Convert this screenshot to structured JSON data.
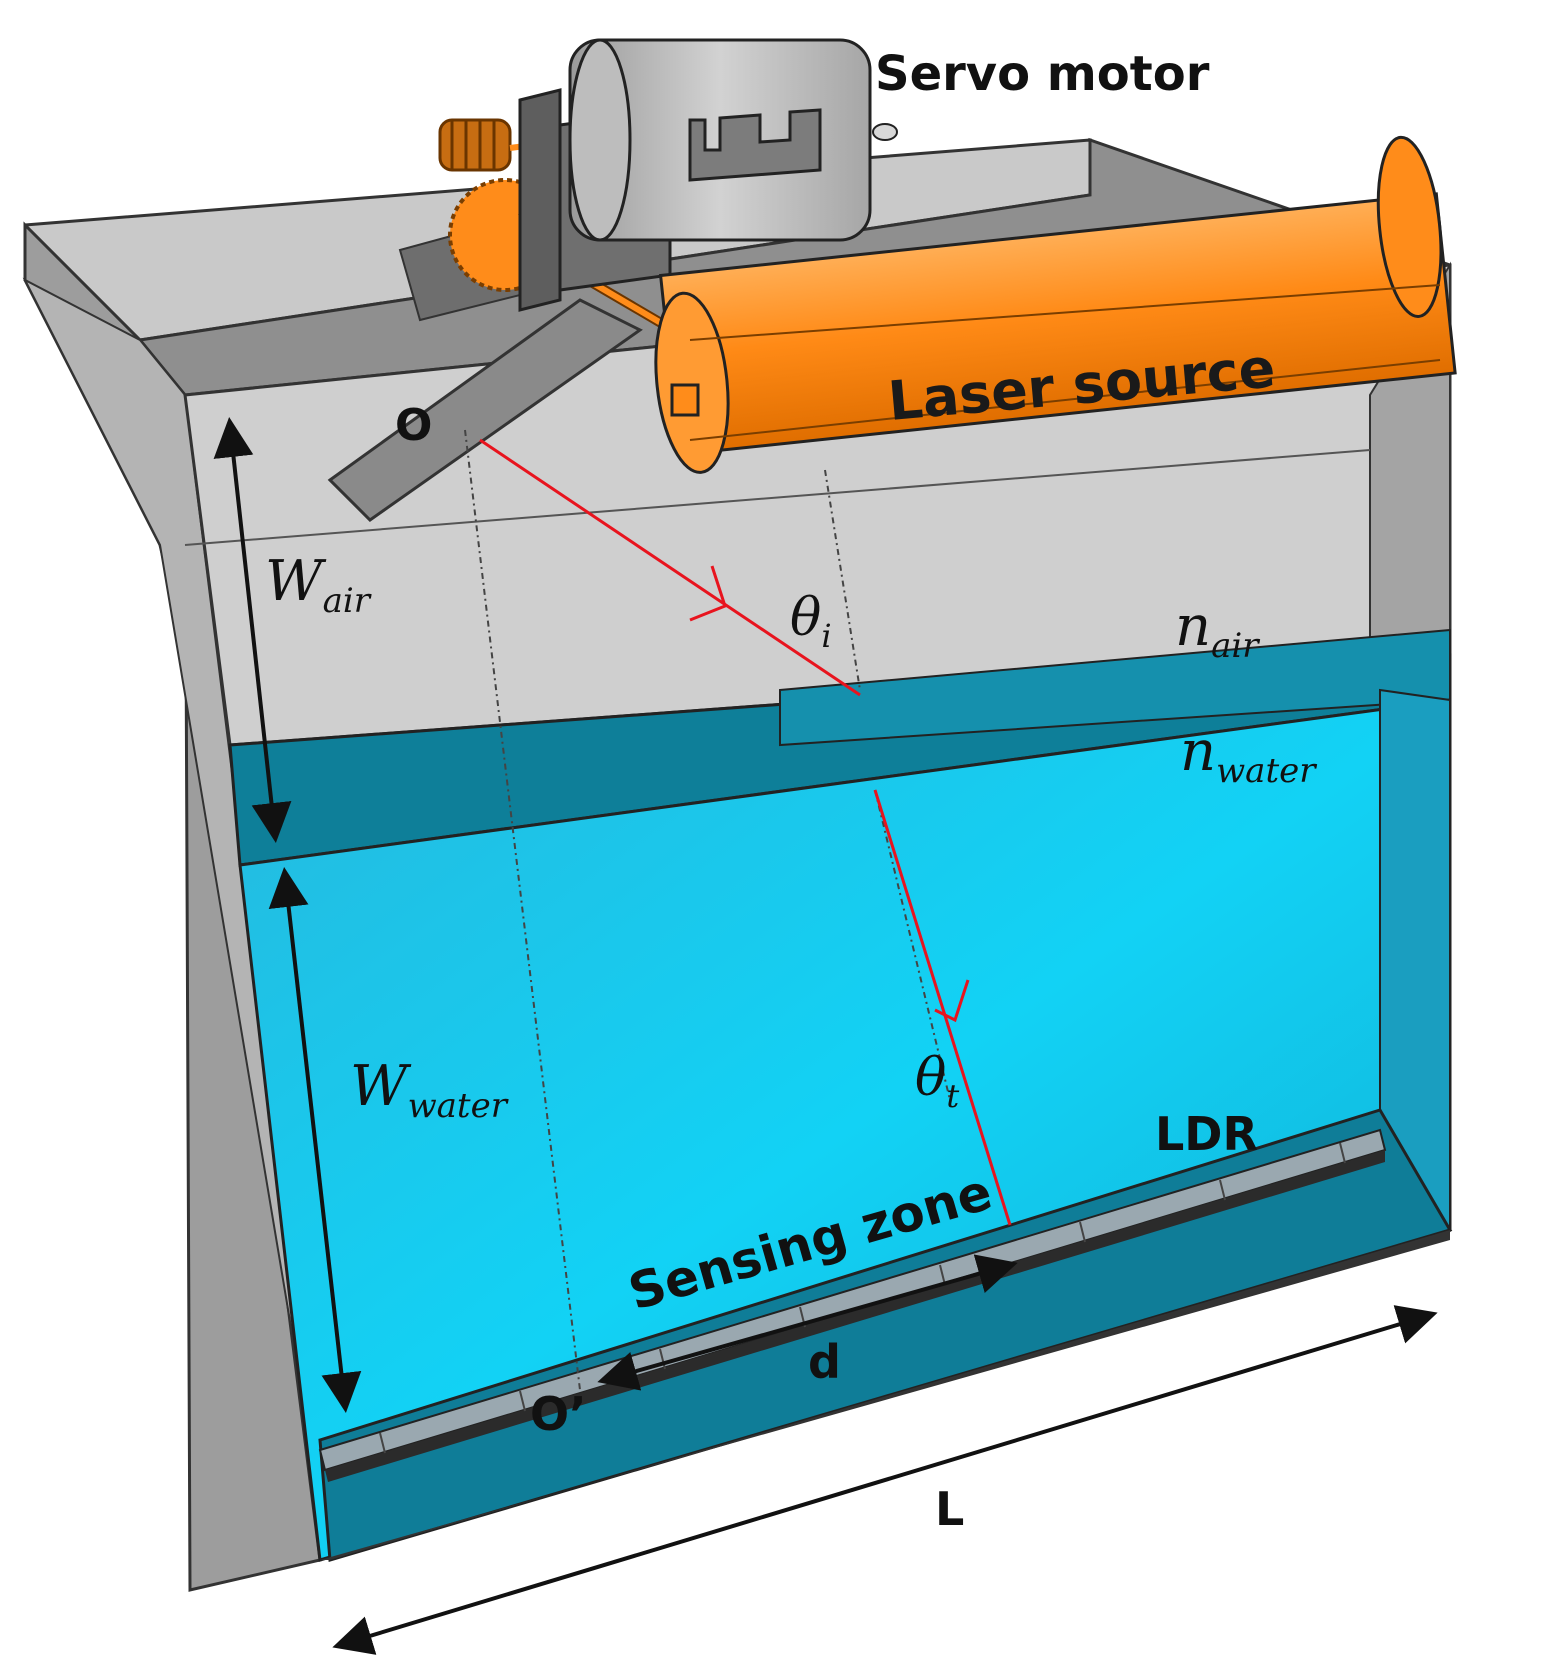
{
  "labels": {
    "servo_motor": "Servo motor",
    "laser_source": "Laser source",
    "origin": "O",
    "origin_projection": "O’",
    "w_air_main": "W",
    "w_air_sub": "air",
    "w_water_main": "W",
    "w_water_sub": "water",
    "n_air_main": "n",
    "n_air_sub": "air",
    "n_water_main": "n",
    "n_water_sub": "water",
    "theta_i_main": "θ",
    "theta_i_sub": "i",
    "theta_t_main": "θ",
    "theta_t_sub": "t",
    "ldr": "LDR",
    "sensing_zone": "Sensing zone",
    "d": "d",
    "length": "L"
  },
  "colors": {
    "water": "#17c4e8",
    "water_dark": "#0b6f86",
    "box_gray": "#a9a9a9",
    "laser_orange": "#ff8c1a",
    "beam_red": "#e8141e"
  }
}
